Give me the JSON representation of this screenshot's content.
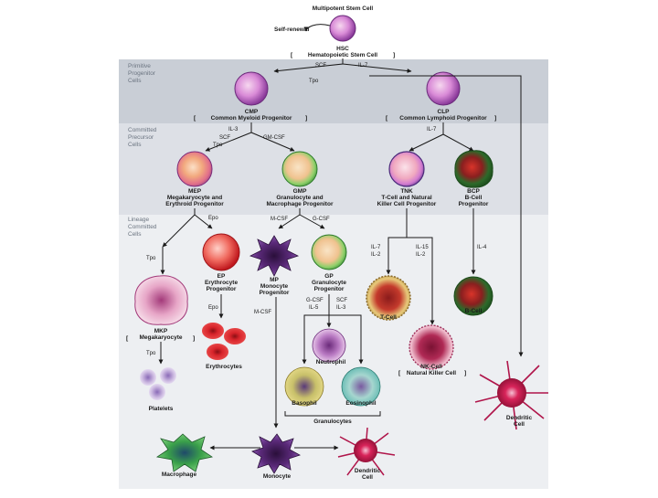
{
  "title": "Multipotent Stem Cell",
  "self_renewal": "Self-renewal",
  "bands": {
    "primitive": [
      "Primitive",
      "Progenitor",
      "Cells"
    ],
    "committed": [
      "Committed",
      "Precursor",
      "Cells"
    ],
    "lineage": [
      "Lineage",
      "Committed",
      "Cells"
    ]
  },
  "cells": {
    "hsc": [
      "HSC",
      "Hematopoietic Stem Cell"
    ],
    "cmp": [
      "CMP",
      "Common Myeloid Progenitor"
    ],
    "clp": [
      "CLP",
      "Common Lymphoid Progenitor"
    ],
    "mep": [
      "MEP",
      "Megakaryocyte and",
      "Erythroid Progenitor"
    ],
    "gmp": [
      "GMP",
      "Granulocyte and",
      "Macrophage Progenitor"
    ],
    "tnk": [
      "TNK",
      "T-Cell and Natural",
      "Killer Cell Progenitor"
    ],
    "bcp": [
      "BCP",
      "B-Cell",
      "Progenitor"
    ],
    "ep": [
      "EP",
      "Erythrocyte",
      "Progenitor"
    ],
    "mop": [
      "MP",
      "Monocyte",
      "Progenitor"
    ],
    "gp": [
      "GP",
      "Granulocyte",
      "Progenitor"
    ],
    "mkp": [
      "MKP",
      "Megakaryocyte"
    ],
    "tcell": "T-Cell",
    "bcell": "B-Cell",
    "nk": [
      "NK-Cell",
      "Natural Killer Cell"
    ],
    "neutrophil": "Neutrophil",
    "basophil": "Basophil",
    "eosinophil": "Eosinophil",
    "granulocytes": "Granulocytes",
    "erythrocytes": "Erythrocytes",
    "platelets": "Platelets",
    "dendritic_right": [
      "Dendritic",
      "Cell"
    ],
    "macrophage": "Macrophage",
    "monocyte": "Monocyte",
    "dendritic_bottom": [
      "Dendritic",
      "Cell"
    ]
  },
  "factors": {
    "scf_tpo": [
      "SCF",
      "Tpo"
    ],
    "il7_top": "IL-7",
    "il3": "IL-3",
    "scf_tpo2": [
      "SCF",
      "Tpo"
    ],
    "gmcsf": "GM-CSF",
    "il7_mid": "IL-7",
    "epo1": "Epo",
    "mcsf1": "M-CSF",
    "gcsf1": "G-CSF",
    "tpo_left": "Tpo",
    "il7_t": [
      "IL-7",
      "IL-2"
    ],
    "il15": [
      "IL-15",
      "IL-2"
    ],
    "il4": "IL-4",
    "gcsf_il5": [
      "G-CSF",
      "IL-5"
    ],
    "scf_il3": [
      "SCF",
      "IL-3"
    ],
    "epo2": "Epo",
    "mcsf2": "M-CSF",
    "tpo_plt": "Tpo"
  },
  "colors": {
    "band_primitive": "#c9ced6",
    "band_committed": "#dde0e6",
    "band_lineage": "#edeff2",
    "stem": "#c77ac9",
    "myeloid": "#e8a1b7",
    "progenitor_green": "#8ad16a",
    "rbc": "#d8242b",
    "monocyte_purple": "#5b2a7a",
    "dendritic": "#b0154a"
  }
}
